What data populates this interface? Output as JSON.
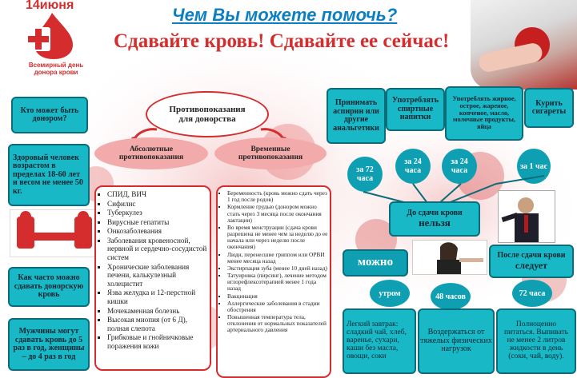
{
  "logo": {
    "date": "14июня",
    "line1": "Всемирный день",
    "line2": "донора крови"
  },
  "header": {
    "question": "Чем Вы можете помочь?",
    "slogan": "Сдавайте кровь! Сдавайте ее сейчас!"
  },
  "left": {
    "who_q": "Кто может быть донором?",
    "who_a": "Здоровый человек возрастом в пределах 18-60 лет и весом не менее 50 кг.",
    "how_often_q": "Как часто можно сдавать донорскую кровь",
    "how_often_a": "Мужчины могут сдавать кровь до 5 раз в год, женщины – до 4 раз в год"
  },
  "contra": {
    "title": "Противопоказания для донорства",
    "absolute_label": "Абсолютные противопоказания",
    "temporary_label": "Временные противопоказания",
    "absolute_items": [
      "СПИД, ВИЧ",
      "Сифилис",
      "Туберкулез",
      "Вирусные гепатиты",
      "Онкозаболевания",
      "Заболевания кровеносной, нервной и сердечно-сосудистой систем",
      "Хронические заболевания печени, калькулезный холецистит",
      "Язва желудка и 12-перстной кишки",
      "Мочекаменная болезнь",
      "Высокая миопия (от 6 Д), полная слепота",
      "Грибковые и гнойничковые поражения кожи"
    ],
    "temporary_items": [
      "Беременность (кровь можно сдать через 1 год после родов)",
      "Кормление грудью (донором можно стать через 3 месяца после окончания лактации)",
      "Во время менструации (сдача крови разрешена не менее чем за неделю до ее начала или через неделю после окончания)",
      "Люди, перенесшие гриппом или ОРВИ менее месяца назад",
      "Экстирпация зуба (менее 10 дней назад)",
      "Татуировка (пирсинг), лечение методом иглорефлексотерапией менее 1 года назад",
      "Вакцинация",
      "Аллергические заболевания в стадии обострения",
      "Повышенная температура тела, отклонения от нормальных показателей артериального давления"
    ]
  },
  "before": {
    "items": [
      {
        "label": "Принимать аспирин или другие анальгетики",
        "time": "за 72 часа"
      },
      {
        "label": "Употреблять спиртные напитки",
        "time": "за 24 часа"
      },
      {
        "label": "Употреблять жирное, острое, жареное, копченое, масло, молочные продукты, яйца",
        "time": "за 24 часа"
      },
      {
        "label": "Курить сигареты",
        "time": "за 1 час"
      }
    ],
    "caption1": "До сдачи крови",
    "caption2": "нельзя"
  },
  "after": {
    "can": "можно",
    "should_1": "После сдачи крови",
    "should_2": "следует",
    "times": [
      "утром",
      "48 часов",
      "72 часа"
    ],
    "tips": [
      "Легкий завтрак: сладкий чай, хлеб, варенье, сухари, каши без масла, овощи, соки",
      "Воздержаться от тяжелых физических нагрузок",
      "Полноценно питаться. Выпивать не менее 2 литров жидкости в день (соки, чай, воду)."
    ]
  },
  "colors": {
    "red": "#d52d2d",
    "teal": "#19b8c7",
    "blue": "#0b7fc2"
  }
}
